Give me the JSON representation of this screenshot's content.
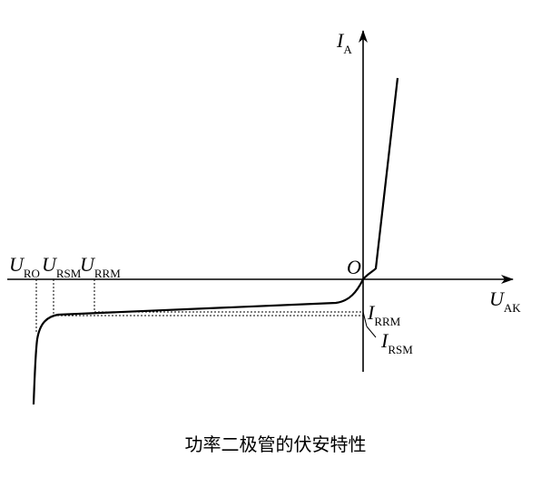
{
  "caption": "功率二极管的伏安特性",
  "labels": {
    "ia": {
      "main": "I",
      "sub": "A"
    },
    "uak": {
      "main": "U",
      "sub": "AK"
    },
    "origin": {
      "main": "O"
    },
    "uro": {
      "main": "U",
      "sub": "RO"
    },
    "ursm": {
      "main": "U",
      "sub": "RSM"
    },
    "urrm": {
      "main": "U",
      "sub": "RRM"
    },
    "irrm": {
      "main": "I",
      "sub": "RRM"
    },
    "irsm": {
      "main": "I",
      "sub": "RSM"
    }
  }
}
